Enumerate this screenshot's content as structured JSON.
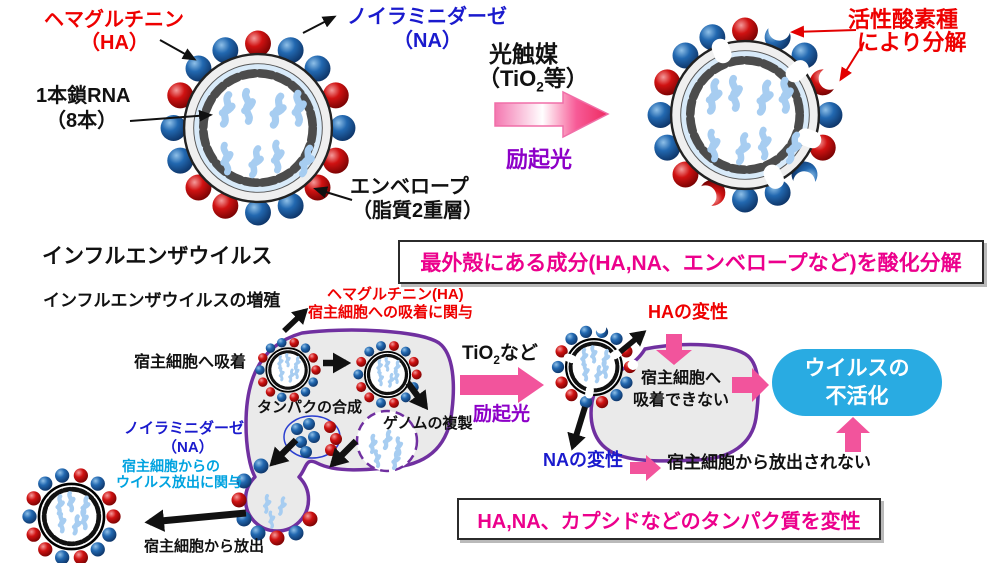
{
  "colors": {
    "red_label": "#ee0000",
    "blue_label": "#1a1acd",
    "cyan_label": "#00a3e0",
    "purple_label": "#8d00c8",
    "pink_arrow": "#f2549c",
    "magenta_box_text": "#ec008c",
    "cyan_result_box": "#29abe2",
    "cell_outline": "#7030a0",
    "rna_blue": "#a7cdf1"
  },
  "top_left_virus": {
    "ha_label": {
      "line1": "ヘマグルチニン",
      "line2": "（HA）"
    },
    "na_label": {
      "line1": "ノイラミニダーゼ",
      "line2": "（NA）"
    },
    "rna_label": {
      "line1": "1本鎖RNA",
      "line2": "（8本）"
    },
    "envelope_label": {
      "line1": "エンベロープ",
      "line2": "（脂質2重層）"
    }
  },
  "photocatalyst": {
    "line1": "光触媒",
    "line2_pre": "（TiO",
    "line2_sub": "2",
    "line2_post": "等）",
    "excitation": "励起光"
  },
  "ros_label": {
    "line1": "活性酸素種",
    "line2": "により分解"
  },
  "virus_title": "インフルエンザウイルス",
  "oxidation_box": "最外殻にある成分(HA,NA、エンベロープなど)を酸化分解",
  "cycle": {
    "title": "インフルエンザウイルスの増殖",
    "ha_note": {
      "line1": "ヘマグルチニン(HA)",
      "line2": "宿主細胞への吸着に関与"
    },
    "adsorption": "宿主細胞へ吸着",
    "protein_synthesis": "タンパクの合成",
    "genome_replication": "ゲノムの複製",
    "na_note": {
      "line1": "ノイラミニダーゼ",
      "line2": "（NA）",
      "line3": "宿主細胞からの",
      "line4": "ウイルス放出に関与"
    },
    "release": "宿主細胞から放出"
  },
  "inactivation": {
    "tio2_pre": "TiO",
    "tio2_sub": "2",
    "tio2_post": "など",
    "excitation": "励起光",
    "ha_denature": "HAの変性",
    "no_adsorption": {
      "line1": "宿主細胞へ",
      "line2": "吸着できない"
    },
    "na_denature": "NAの変性",
    "no_release": "宿主細胞から放出されない",
    "result": {
      "line1": "ウイルスの",
      "line2": "不活化"
    },
    "denature_box": "HA,NA、カプシドなどのタンパク質を変性"
  }
}
